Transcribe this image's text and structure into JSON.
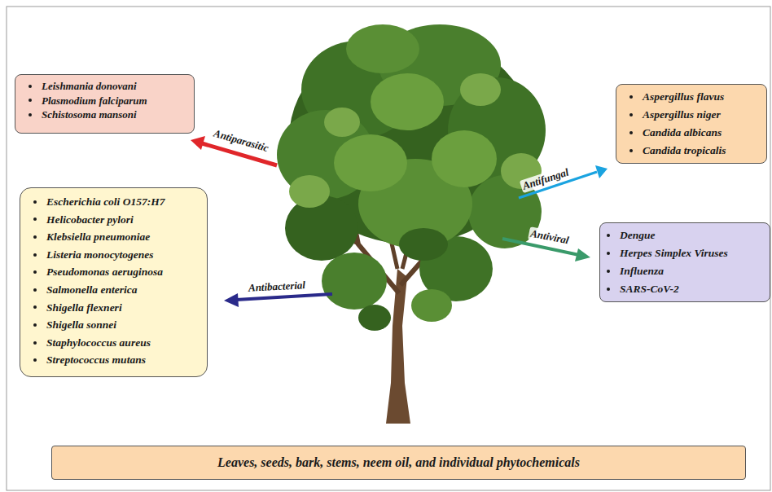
{
  "diagram": {
    "nodes": [
      {
        "text": [
          "Leishmania donovani",
          "Plasmodium falciparum",
          "Schistosoma mansoni"
        ]
      },
      {
        "text": [
          "Escherichia coli O157:H7",
          "Helicobacter pylori",
          "Klebsiella pneumoniae",
          "Listeria monocytogenes",
          "Pseudomonas aeruginosa",
          "Salmonella enterica",
          "Shigella flexneri",
          "Shigella sonnei",
          "Staphylococcus aureus",
          "Streptococcus mutans"
        ]
      },
      {
        "text": [
          "Aspergillus flavus",
          "Aspergillus niger",
          "Candida albicans",
          "Candida tropicalis"
        ]
      },
      {
        "text": [
          "Dengue",
          "Herpes Simplex Viruses",
          "Influenza",
          "SARS-CoV-2"
        ]
      },
      {
        "text": [
          "Leaves, seeds, bark, stems, neem oil, and individual phytochemicals"
        ]
      }
    ],
    "labels": [
      "Antiparasitic",
      "Antibacterial",
      "Antifungal",
      "Antiviral"
    ]
  }
}
